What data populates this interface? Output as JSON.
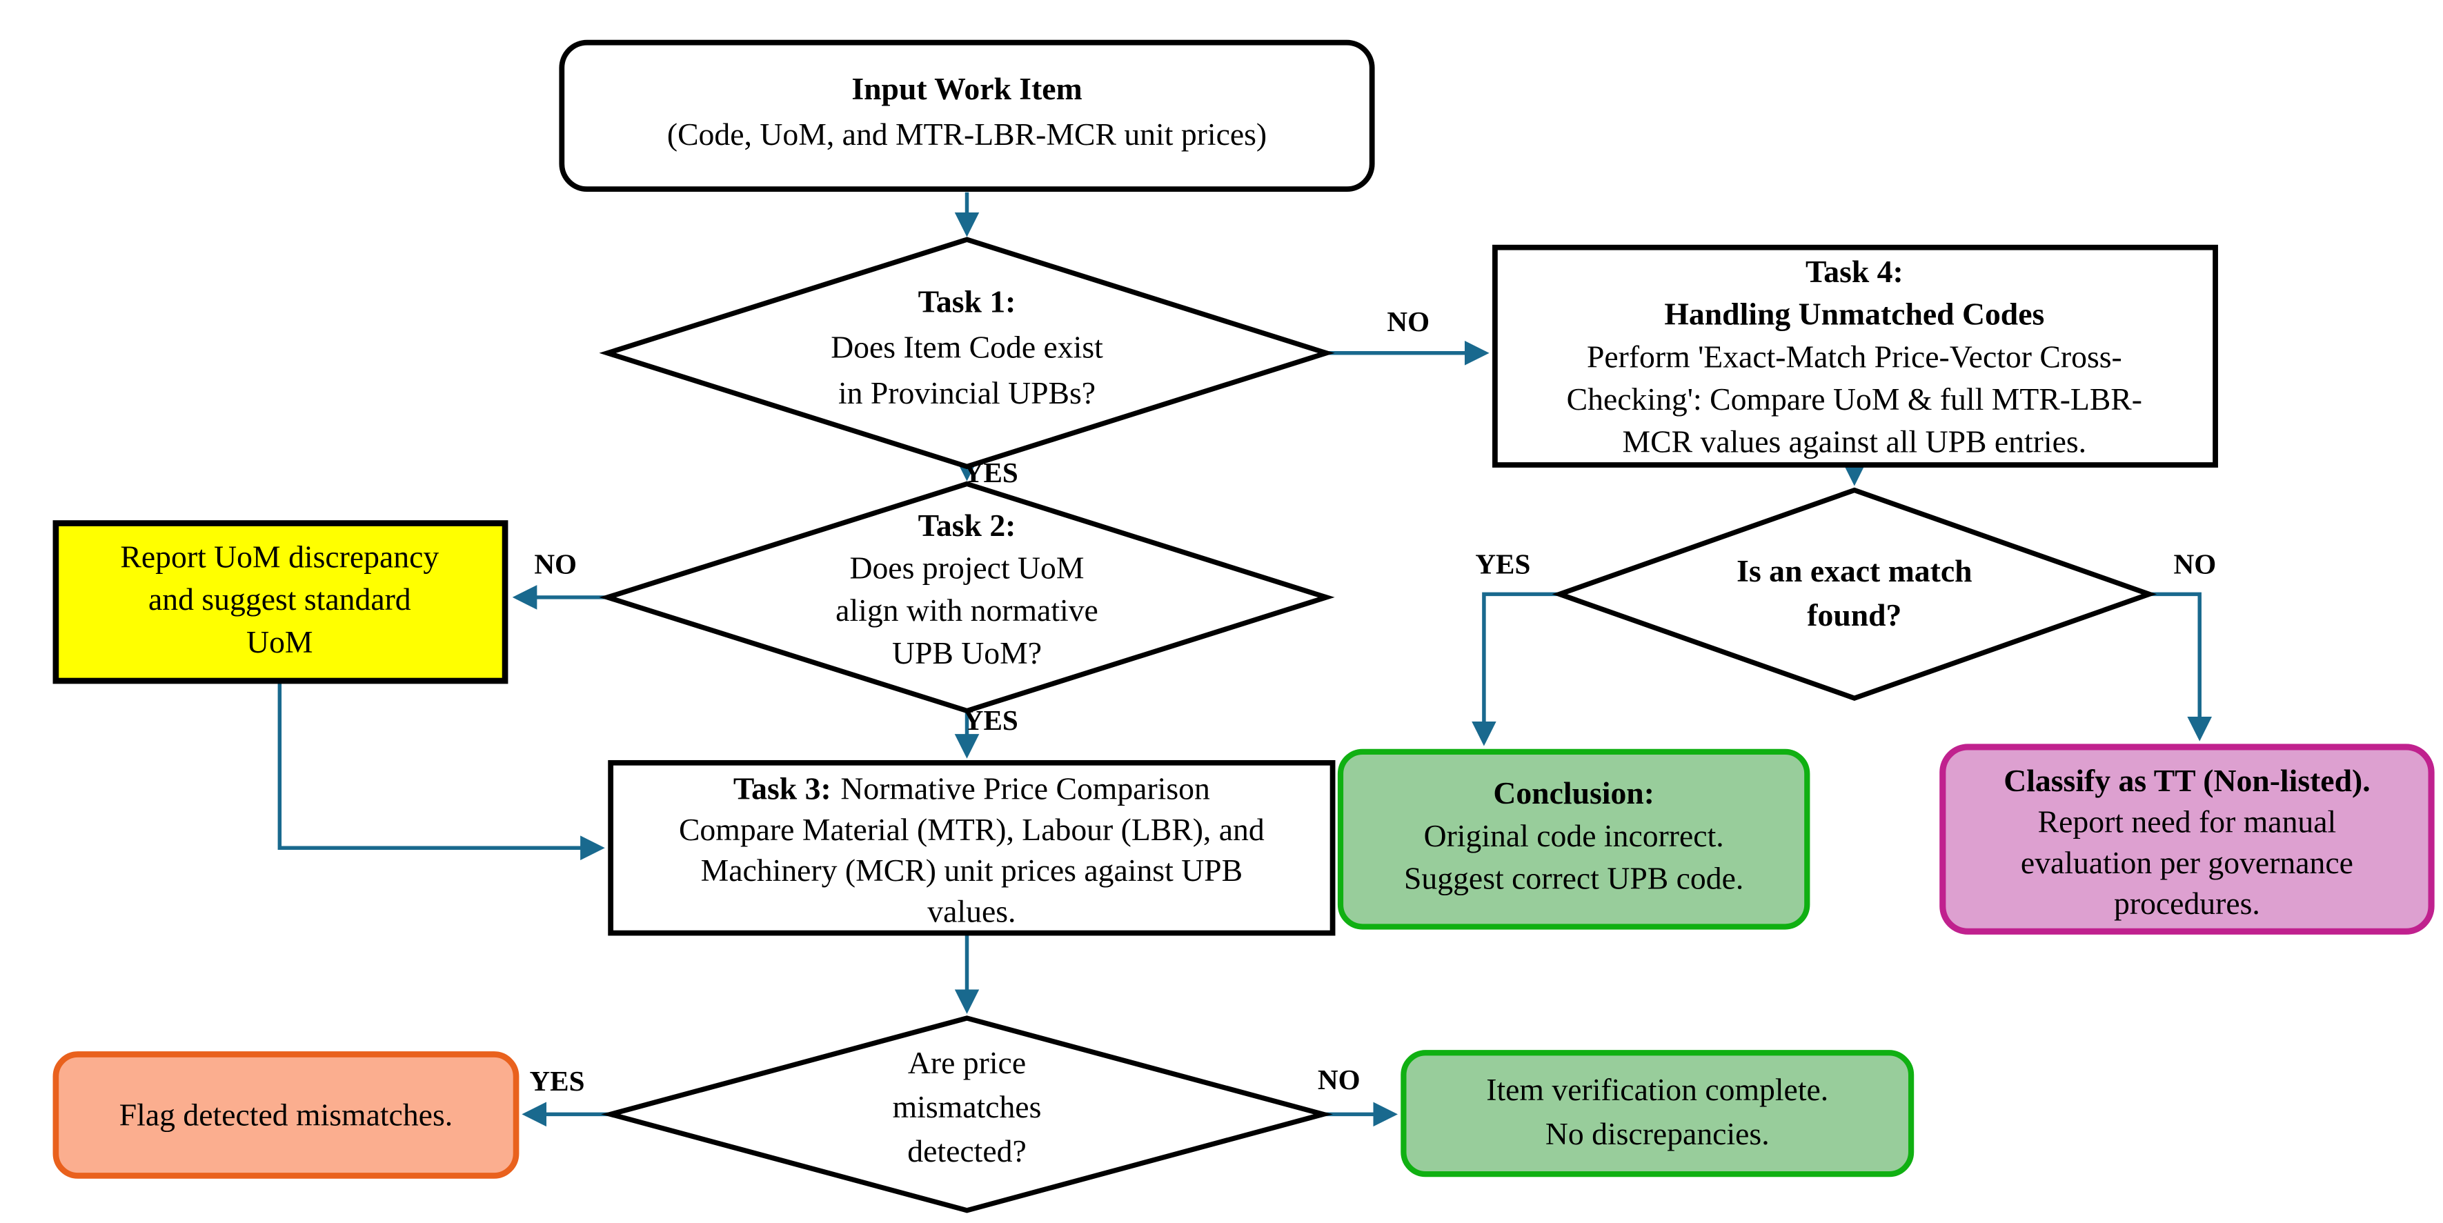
{
  "colors": {
    "connector": "#19698E",
    "node_fill": "#FFFFFF",
    "node_border": "#000000",
    "yellow_fill": "#FFFF00",
    "orange_fill": "#FBAE8F",
    "orange_border": "#E9611D",
    "green_fill": "#98CD9B",
    "green_border": "#10B012",
    "magenta_fill": "#DDA0D0",
    "magenta_border": "#C0218E",
    "text": "#000000"
  },
  "labels": {
    "yes": "YES",
    "no": "NO"
  },
  "nodes": {
    "input": {
      "title": "Input Work Item",
      "subtitle": "(Code, UoM, and MTR-LBR-MCR unit prices)"
    },
    "task1": {
      "title": "Task 1:",
      "line1": "Does Item Code exist",
      "line2": "in Provincial UPBs?"
    },
    "task4": {
      "title": "Task 4:",
      "subtitle": "Handling Unmatched Codes",
      "line1": "Perform 'Exact-Match Price-Vector Cross-",
      "line2": "Checking': Compare UoM & full MTR-LBR-",
      "line3": "MCR values against all UPB entries."
    },
    "task2": {
      "title": "Task 2:",
      "line1": "Does project UoM",
      "line2": "align with normative",
      "line3": "UPB UoM?"
    },
    "report_uom": {
      "line1": "Report UoM discrepancy",
      "line2": "and suggest standard",
      "line3": "UoM"
    },
    "task3": {
      "title": "Task 3:",
      "title_rest": "Normative Price Comparison",
      "line1": "Compare Material (MTR), Labour (LBR), and",
      "line2": "Machinery (MCR) unit prices against UPB",
      "line3": "values."
    },
    "exact_match": {
      "line1": "Is an exact match",
      "line2": "found?"
    },
    "conclusion": {
      "title": "Conclusion:",
      "line1": "Original code incorrect.",
      "line2": "Suggest correct UPB code."
    },
    "classify_tt": {
      "title": "Classify as TT (Non-listed).",
      "line1": "Report need for manual",
      "line2": "evaluation per governance",
      "line3": "procedures."
    },
    "mismatch_check": {
      "line1": "Are price",
      "line2": "mismatches",
      "line3": "detected?"
    },
    "flag_mismatch": {
      "text": "Flag detected mismatches."
    },
    "verification_complete": {
      "line1": "Item verification complete.",
      "line2": "No discrepancies."
    }
  }
}
